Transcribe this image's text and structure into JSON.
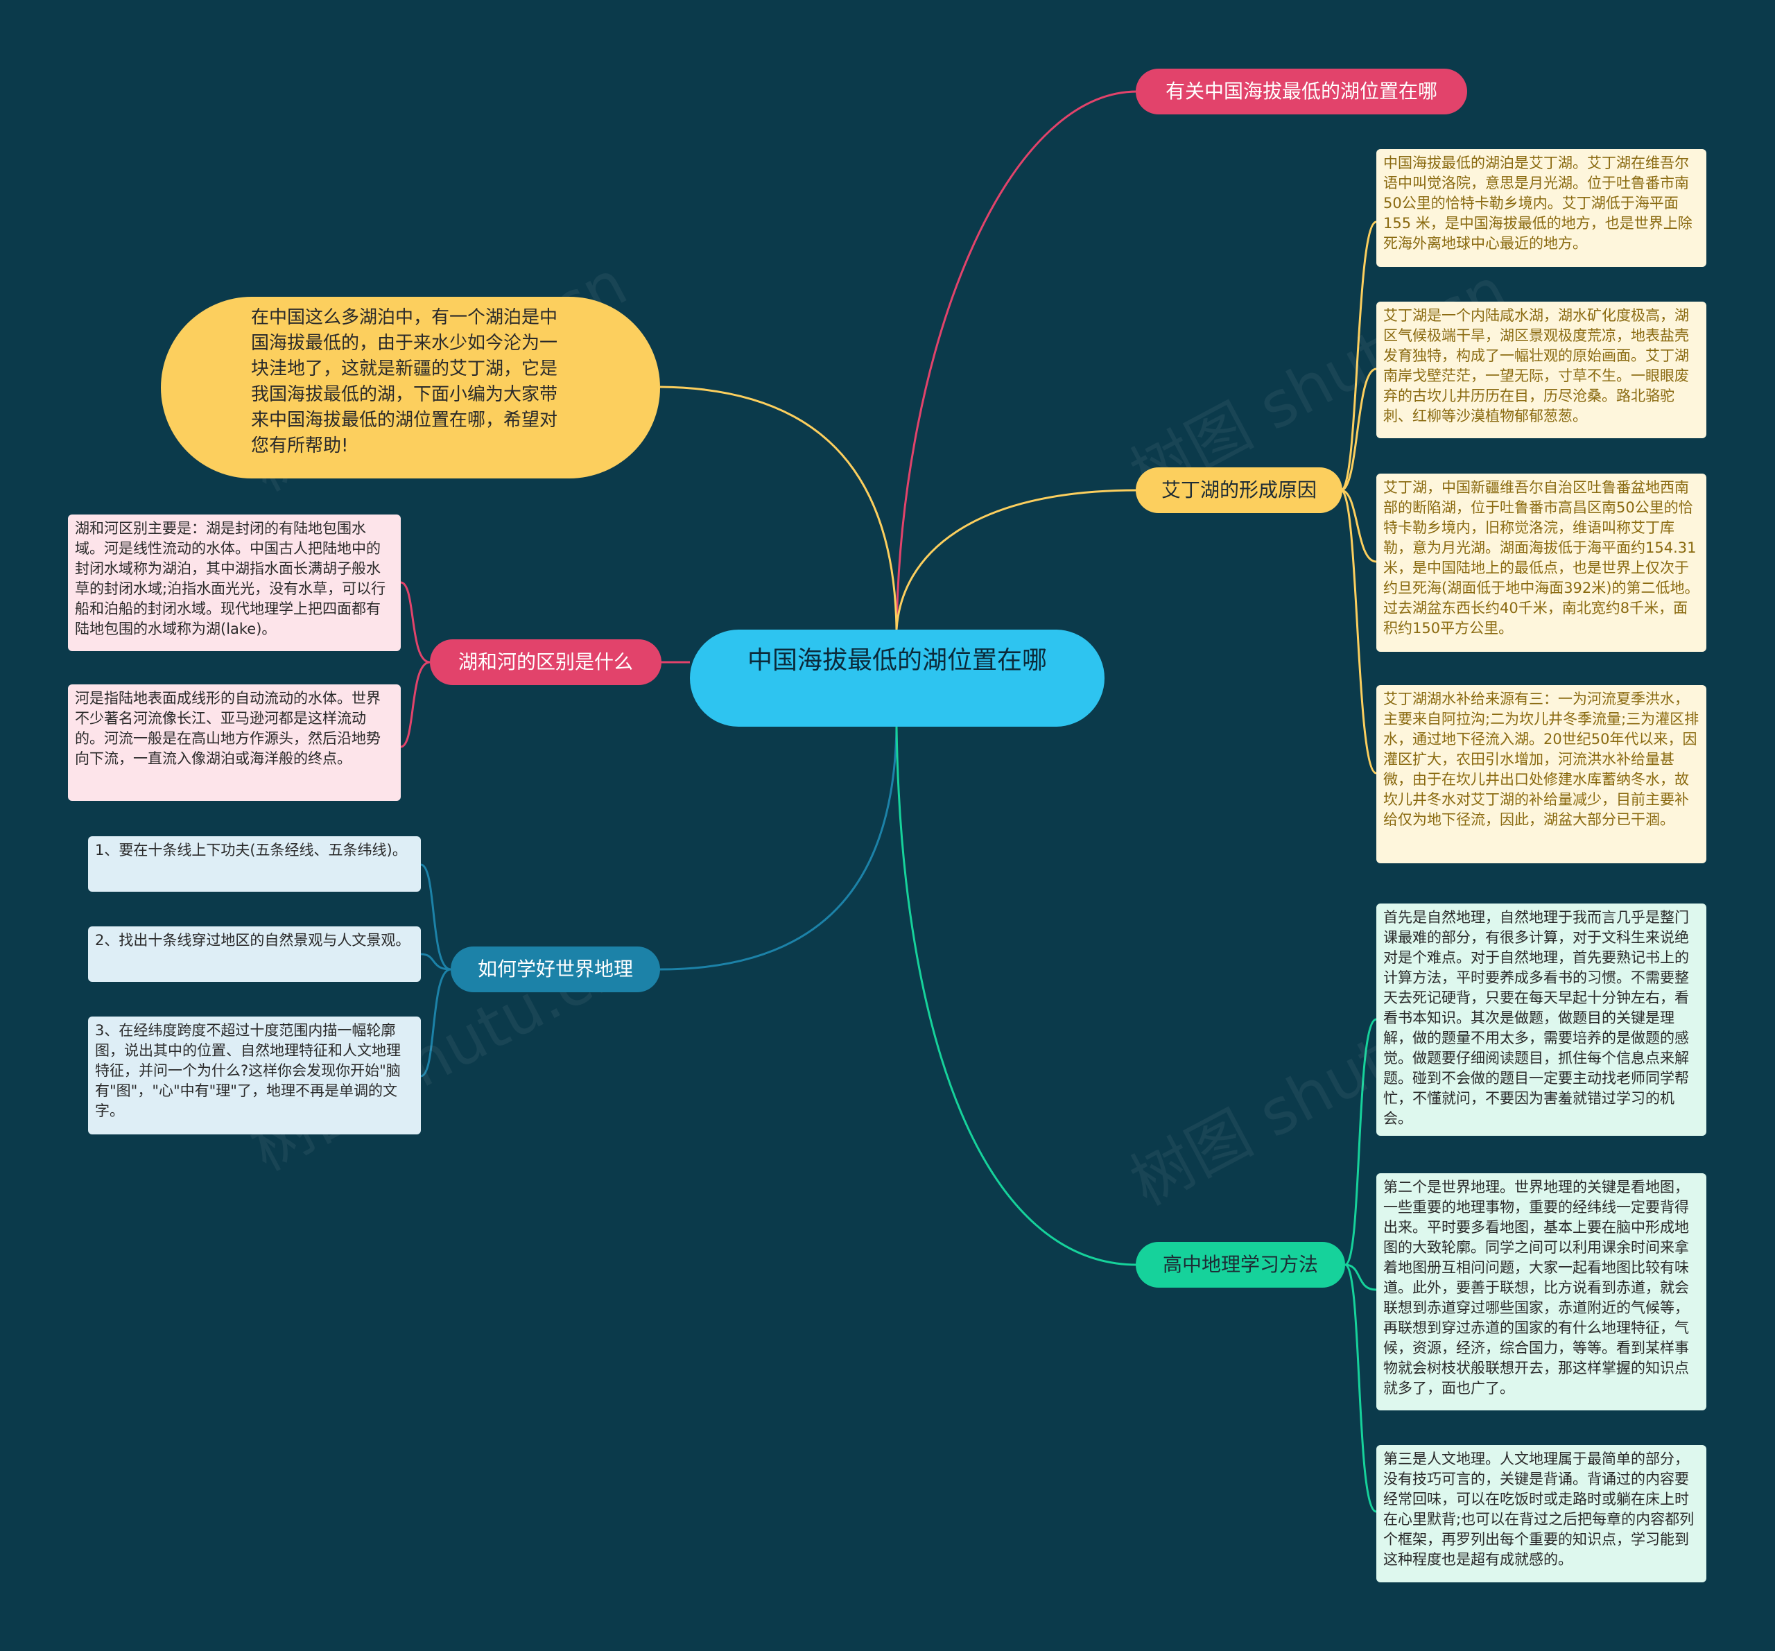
{
  "colors": {
    "background": "#0b3a4b",
    "center": "#2ec4f0",
    "pink": "#e2436b",
    "yellow": "#fccf5e",
    "teal": "#1c82a8",
    "green": "#16d29b"
  },
  "center": {
    "label": "中国海拔最低的湖位置在哪"
  },
  "intro": {
    "text": "在中国这么多湖泊中，有一个湖泊是中国海拔最低的，由于来水少如今沦为一块洼地了，这就是新疆的艾丁湖，它是我国海拔最低的湖，下面小编为大家带来中国海拔最低的湖位置在哪，希望对您有所帮助!"
  },
  "branches": {
    "about": {
      "label": "有关中国海拔最低的湖位置在哪"
    },
    "formation": {
      "label": "艾丁湖的形成原因",
      "items": [
        "中国海拔最低的湖泊是艾丁湖。艾丁湖在维吾尔语中叫觉洛院，意思是月光湖。位于吐鲁番市南50公里的恰特卡勒乡境内。艾丁湖低于海平面155 米，是中国海拔最低的地方，也是世界上除死海外离地球中心最近的地方。",
        "艾丁湖是一个内陆咸水湖，湖水矿化度极高，湖区气候极端干旱，湖区景观极度荒凉，地表盐壳发育独特，构成了一幅壮观的原始画面。艾丁湖南岸戈壁茫茫，一望无际，寸草不生。一眼眼废弃的古坎儿井历历在目，历尽沧桑。路北骆驼刺、红柳等沙漠植物郁郁葱葱。",
        "艾丁湖，中国新疆维吾尔自治区吐鲁番盆地西南部的断陷湖，位于吐鲁番市高昌区南50公里的恰特卡勒乡境内，旧称觉洛浣，维语叫称艾丁库勒，意为月光湖。湖面海拔低于海平面约154.31米，是中国陆地上的最低点，也是世界上仅次于约旦死海(湖面低于地中海面392米)的第二低地。过去湖盆东西长约40千米，南北宽约8千米，面积约150平方公里。",
        "艾丁湖湖水补给来源有三：一为河流夏季洪水，主要来自阿拉沟;二为坎儿井冬季流量;三为灌区排水，通过地下径流入湖。20世纪50年代以来，因灌区扩大，农田引水增加，河流洪水补给量甚微，由于在坎儿井出口处修建水库蓄纳冬水，故坎儿井冬水对艾丁湖的补给量减少，目前主要补给仅为地下径流，因此，湖盆大部分已干涸。"
      ]
    },
    "lake_river": {
      "label": "湖和河的区别是什么",
      "items": [
        "湖和河区别主要是：湖是封闭的有陆地包围水域。河是线性流动的水体。中国古人把陆地中的封闭水域称为湖泊，其中湖指水面长满胡子般水草的封闭水域;泊指水面光光，没有水草，可以行船和泊船的封闭水域。现代地理学上把四面都有陆地包围的水域称为湖(lake)。",
        "河是指陆地表面成线形的自动流动的水体。世界不少著名河流像长江、亚马逊河都是这样流动的。河流一般是在高山地方作源头，然后沿地势向下流，一直流入像湖泊或海洋般的终点。"
      ]
    },
    "world_geo": {
      "label": "如何学好世界地理",
      "items": [
        "1、要在十条线上下功夫(五条经线、五条纬线)。",
        "2、找出十条线穿过地区的自然景观与人文景观。",
        "3、在经纬度跨度不超过十度范围内描一幅轮廓图，说出其中的位置、自然地理特征和人文地理特征，并问一个为什么?这样你会发现你开始\"脑有\"图\"，\"心\"中有\"理\"了，地理不再是单调的文字。"
      ]
    },
    "methods": {
      "label": "高中地理学习方法",
      "items": [
        "首先是自然地理，自然地理于我而言几乎是整门课最难的部分，有很多计算，对于文科生来说绝对是个难点。对于自然地理，首先要熟记书上的计算方法，平时要养成多看书的习惯。不需要整天去死记硬背，只要在每天早起十分钟左右，看看书本知识。其次是做题，做题目的关键是理解，做的题量不用太多，需要培养的是做题的感觉。做题要仔细阅读题目，抓住每个信息点来解题。碰到不会做的题目一定要主动找老师同学帮忙，不懂就问，不要因为害羞就错过学习的机会。",
        "第二个是世界地理。世界地理的关键是看地图，一些重要的地理事物，重要的经纬线一定要背得出来。平时要多看地图，基本上要在脑中形成地图的大致轮廓。同学之间可以利用课余时间来拿着地图册互相问问题，大家一起看地图比较有味道。此外，要善于联想，比方说看到赤道，就会联想到赤道穿过哪些国家，赤道附近的气候等，再联想到穿过赤道的国家的有什么地理特征，气候，资源，经济，综合国力，等等。看到某样事物就会树枝状般联想开去，那这样掌握的知识点就多了，面也广了。",
        "第三是人文地理。人文地理属于最简单的部分，没有技巧可言的，关键是背诵。背诵过的内容要经常回味，可以在吃饭时或走路时或躺在床上时在心里默背;也可以在背过之后把每章的内容都列个框架，再罗列出每个重要的知识点，学习能到这种程度也是超有成就感的。"
      ]
    }
  }
}
